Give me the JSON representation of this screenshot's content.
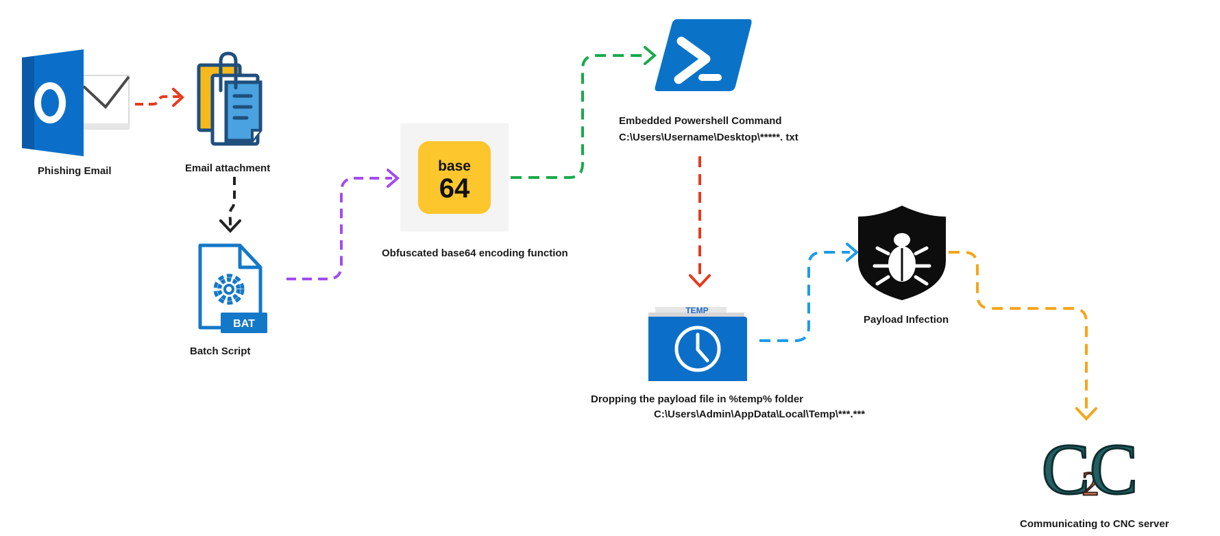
{
  "nodes": {
    "phishing_email": {
      "label": "Phishing Email",
      "icon": "outlook-mail-icon"
    },
    "email_attachment": {
      "label": "Email attachment",
      "icon": "paperclip-documents-icon"
    },
    "batch_script": {
      "label": "Batch Script",
      "icon": "bat-file-icon",
      "badge": "BAT"
    },
    "base64": {
      "label": "Obfuscated base64 encoding function",
      "icon": "base64-icon",
      "icon_line1": "base",
      "icon_line2": "64"
    },
    "powershell": {
      "label": "Embedded Powershell Command",
      "path": "C:\\Users\\Username\\Desktop\\*****. txt",
      "icon": "powershell-icon"
    },
    "temp_folder": {
      "label": "Dropping the payload file in %temp% folder",
      "path": "C:\\Users\\Admin\\AppData\\Local\\Temp\\***.***",
      "icon": "temp-folder-icon",
      "tab_label": "TEMP"
    },
    "payload": {
      "label": "Payload Infection",
      "icon": "bug-shield-icon"
    },
    "c2c": {
      "label": "Communicating to CNC server",
      "icon": "c2c-logo-icon",
      "logo_text": [
        "C",
        "2",
        "C"
      ]
    }
  },
  "colors": {
    "red": "#e8391d",
    "black": "#222222",
    "purple": "#a24cf0",
    "green": "#19a94b",
    "blue": "#1d9be8",
    "orange": "#f5a51a",
    "outlook_blue": "#0b6fc9",
    "powershell_blue": "#0a73c8",
    "base64_yellow": "#fdc62c"
  }
}
